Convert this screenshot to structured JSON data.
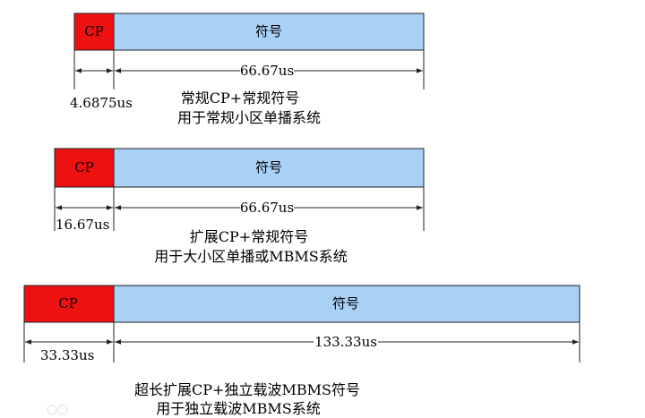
{
  "diagram": {
    "rows": [
      {
        "cp_label": "CP",
        "symbol_label": "符号",
        "cp_duration": "4.6875us",
        "symbol_duration": "66.67us",
        "caption_line1": "常规CP+常规符号",
        "caption_line2": "用于常规小区单播系统"
      },
      {
        "cp_label": "CP",
        "symbol_label": "符号",
        "cp_duration": "16.67us",
        "symbol_duration": "66.67us",
        "caption_line1": "扩展CP+常规符号",
        "caption_line2": "用于大小区单播或MBMS系统"
      },
      {
        "cp_label": "CP",
        "symbol_label": "符号",
        "cp_duration": "33.33us",
        "symbol_duration": "133.33us",
        "caption_line1": "超长扩展CP+独立载波MBMS符号",
        "caption_line2": "用于独立载波MBMS系统"
      }
    ],
    "colors": {
      "cp": "#ee1111",
      "symbol": "#a9d0f5"
    }
  }
}
